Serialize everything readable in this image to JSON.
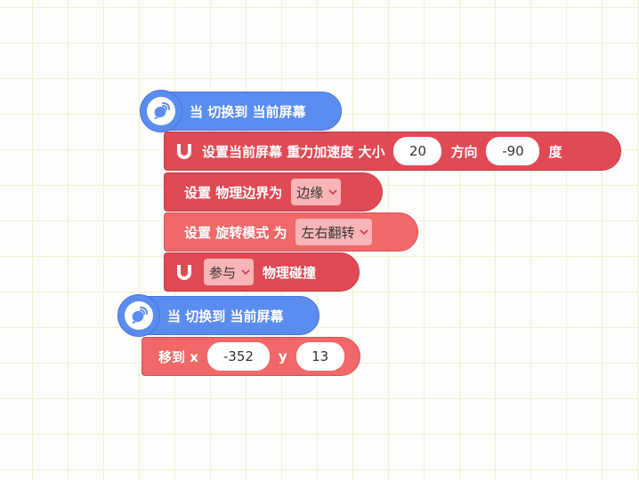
{
  "blocks": {
    "hat1": {
      "label": "当 切换到 当前屏幕",
      "icon": "broadcast-icon"
    },
    "gravity": {
      "label_prefix": "设置当前屏幕 重力加速度 大小",
      "size_value": "20",
      "label_direction": "方向",
      "direction_value": "-90",
      "label_unit": "度",
      "icon": "magnet-icon"
    },
    "boundary": {
      "label": "设置 物理边界为",
      "dropdown_value": "边缘"
    },
    "rotation": {
      "label": "设置 旋转模式 为",
      "dropdown_value": "左右翻转"
    },
    "collision": {
      "dropdown_value": "参与",
      "label": "物理碰撞",
      "icon": "magnet-icon"
    },
    "hat2": {
      "label": "当 切换到 当前屏幕",
      "icon": "broadcast-icon"
    },
    "move": {
      "label_x": "移到 x",
      "x_value": "-352",
      "label_y": "y",
      "y_value": "13"
    }
  },
  "colors": {
    "event_blue": "#5b8cf0",
    "physics_red": "#e04a54",
    "motion_salmon": "#f06868",
    "dropdown_pink": "#f8b4b6"
  }
}
